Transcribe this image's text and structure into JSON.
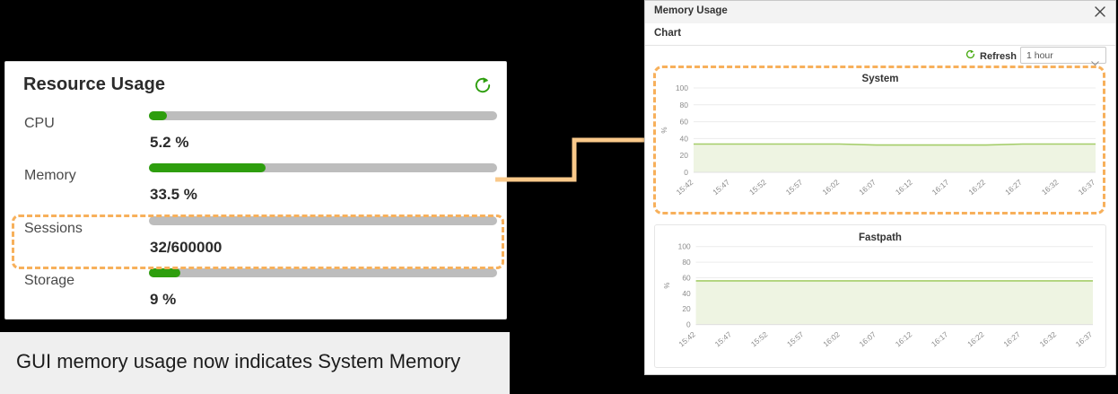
{
  "card": {
    "title": "Resource Usage",
    "refresh_icon": "refresh-circular-arrow-icon",
    "accent_green": "#2e9e0e",
    "track_gray": "#bdbdbd",
    "metrics": [
      {
        "label": "CPU",
        "value": "5.2 %",
        "percent": 5.2
      },
      {
        "label": "Memory",
        "value": "33.5 %",
        "percent": 33.5
      },
      {
        "label": "Sessions",
        "value": "32/600000",
        "percent": 0
      },
      {
        "label": "Storage",
        "value": "9 %",
        "percent": 9
      }
    ],
    "highlighted_metric": "Memory"
  },
  "caption": {
    "text": "GUI memory usage now indicates System Memory"
  },
  "annotation": {
    "color": "#f7b05b",
    "style": "dashed",
    "connector": "elbow-line-from-memory-row-to-system-chart"
  },
  "window": {
    "title": "Memory Usage",
    "close_icon": "close-x-icon",
    "tab_label": "Chart",
    "toolbar": {
      "refresh_label": "Refresh",
      "refresh_icon": "refresh-circular-arrow-icon",
      "range_value": "1 hour",
      "caret_icon": "chevron-down-icon"
    }
  },
  "chart_data": [
    {
      "type": "area",
      "title": "System",
      "xlabel": "",
      "ylabel": "%",
      "ylim": [
        0,
        100
      ],
      "yticks": [
        0,
        20,
        40,
        60,
        80,
        100
      ],
      "grid": true,
      "legend": "none",
      "line_color": "#a4cd69",
      "fill_color": "#eef4e2",
      "x": [
        "15:42",
        "15:47",
        "15:52",
        "15:57",
        "16:02",
        "16:07",
        "16:12",
        "16:17",
        "16:22",
        "16:27",
        "16:32",
        "16:37"
      ],
      "series": [
        {
          "name": "System",
          "values": [
            33.5,
            33.5,
            33.5,
            33.5,
            33.5,
            32.4,
            32.4,
            32.4,
            32.4,
            33.5,
            33.5,
            33.5
          ]
        }
      ]
    },
    {
      "type": "area",
      "title": "Fastpath",
      "xlabel": "",
      "ylabel": "%",
      "ylim": [
        0,
        100
      ],
      "yticks": [
        0,
        20,
        40,
        60,
        80,
        100
      ],
      "grid": true,
      "legend": "none",
      "line_color": "#a4cd69",
      "fill_color": "#eef4e2",
      "x": [
        "15:42",
        "15:47",
        "15:52",
        "15:57",
        "16:02",
        "16:07",
        "16:12",
        "16:17",
        "16:22",
        "16:27",
        "16:32",
        "16:37"
      ],
      "series": [
        {
          "name": "Fastpath",
          "values": [
            56,
            56,
            56,
            56,
            56,
            56,
            56,
            56,
            56,
            56,
            56,
            56
          ]
        }
      ]
    }
  ]
}
